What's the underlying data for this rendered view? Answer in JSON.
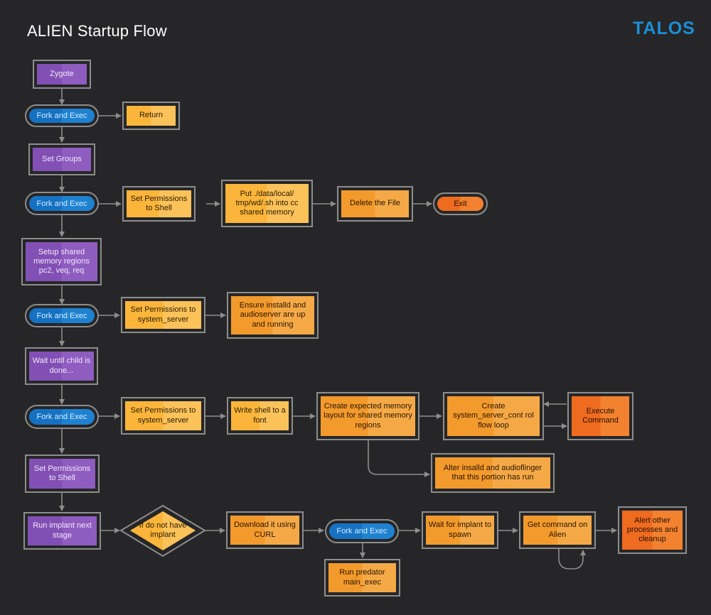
{
  "title": "ALIEN Startup Flow",
  "logo": "TALOS",
  "colors": {
    "background": "#262628",
    "purple": "#8250b4",
    "blue": "#1572c2",
    "yellow": "#fbb53b",
    "orange": "#f39a2c",
    "dark_orange": "#ee6b1f",
    "connector": "#8d8d8d",
    "logo": "#1a8fd6"
  },
  "nodes": {
    "zygote": "Zygote",
    "fork1": "Fork and Exec",
    "return": "Return",
    "set_groups": "Set Groups",
    "fork2": "Fork and Exec",
    "perm_shell_1": "Set Permissions to Shell",
    "put_file": "Put ./data/local/ tmp/wd/.sh into cc shared memory",
    "delete_file": "Delete the File",
    "exit": "Exit",
    "setup_shared": "Setup shared memory regions pc2, veq, req",
    "fork3": "Fork and Exec",
    "perm_system_1": "Set Permissions to system_server",
    "ensure_installd": "Ensure installd and audioserver are up and running",
    "wait_child": "Wait until child is done...",
    "fork4": "Fork and Exec",
    "perm_system_2": "Set Permissions to system_server",
    "write_shell": "Write shell to a font",
    "create_layout": "Create expected memory layout for shared memory regions",
    "create_loop": "Create system_server_cont rol flow loop",
    "execute_command": "Execute Command",
    "alter_installd": "Alter insalld and audioflinger that this portion has run",
    "perm_shell_2": "Set Permissions to Shell",
    "run_implant": "Run implant next stage",
    "if_no_implant": "If do not have implant",
    "download_curl": "Download it using CURL",
    "fork5": "Fork and Exec",
    "wait_spawn": "Wait for implant to spawn",
    "get_command": "Get command on Alien",
    "alert_cleanup": "Alert other processes and cleanup",
    "run_predator": "Run predator main_exec"
  }
}
